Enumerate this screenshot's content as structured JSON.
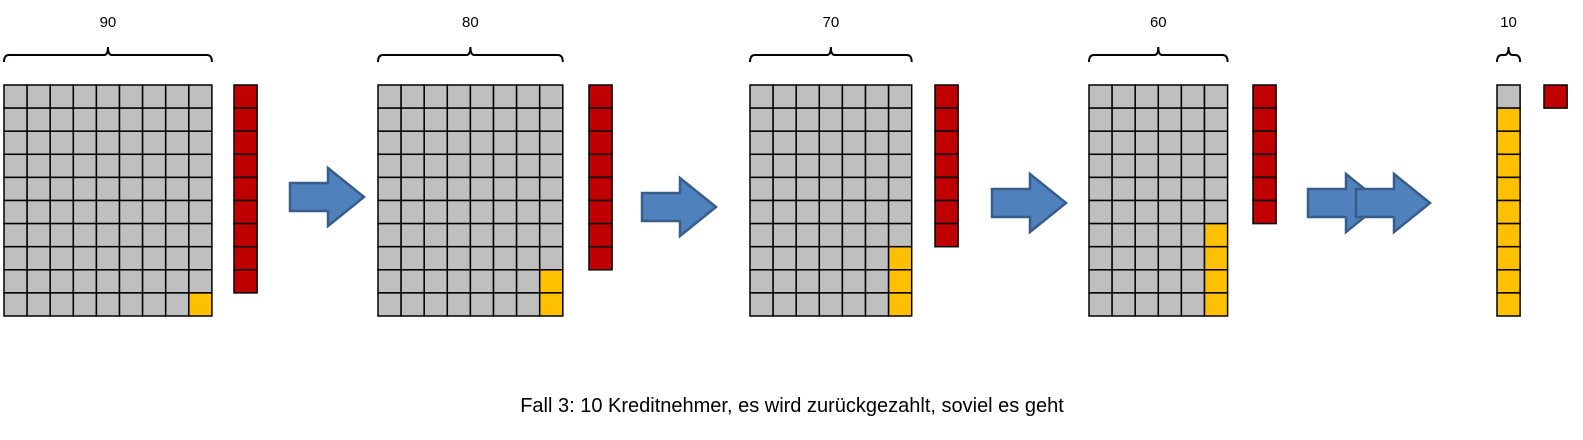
{
  "caption": "Fall 3: 10 Kreditnehmer, es wird zurückgezahlt, soviel es geht",
  "colors": {
    "gray": "#BFBFBF",
    "yellow": "#FFC000",
    "red": "#C00000",
    "arrow": "#4F81BD",
    "arrow_stroke": "#385D8A"
  },
  "stages": [
    {
      "label": "90",
      "columns": 9,
      "rows": 10,
      "yellow": 1,
      "red": 9
    },
    {
      "label": "80",
      "columns": 8,
      "rows": 10,
      "yellow": 2,
      "red": 8
    },
    {
      "label": "70",
      "columns": 7,
      "rows": 10,
      "yellow": 3,
      "red": 7
    },
    {
      "label": "60",
      "columns": 6,
      "rows": 10,
      "yellow": 4,
      "red": 6
    },
    {
      "label": "10",
      "columns": 1,
      "rows": 10,
      "yellow": 9,
      "red": 1
    }
  ],
  "arrows": [
    {
      "type": "single"
    },
    {
      "type": "single"
    },
    {
      "type": "single"
    },
    {
      "type": "double"
    }
  ]
}
